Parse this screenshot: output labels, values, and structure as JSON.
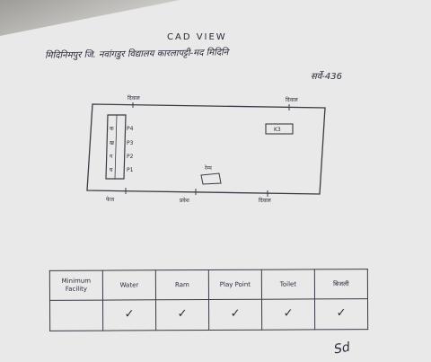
{
  "document": {
    "title": "CAD VIEW",
    "subtitle": "मिदिनिमपुर जि. नवांगडुर विद्यालय कारलापट्टी-मद मिदिनि",
    "survey_no": "सर्वे-436",
    "signature": "Sd"
  },
  "plan": {
    "top_labels": [
      "दिवाल",
      "दिवाल"
    ],
    "bottom_labels": [
      "फेज",
      "प्रवेश",
      "दिवाल"
    ],
    "room_rows": [
      {
        "left": "क",
        "right": "P4"
      },
      {
        "left": "ख",
        "right": "P3"
      },
      {
        "left": "ग",
        "right": "P2"
      },
      {
        "left": "घ",
        "right": "P1"
      }
    ],
    "office_label": "K3",
    "ramp_label": "रेम्प"
  },
  "facility_table": {
    "headers": [
      "Minimum Facility",
      "Water",
      "Ram",
      "Play Point",
      "Toilet",
      "बिजली"
    ],
    "row": [
      "",
      "✓",
      "✓",
      "✓",
      "✓",
      "✓"
    ]
  }
}
